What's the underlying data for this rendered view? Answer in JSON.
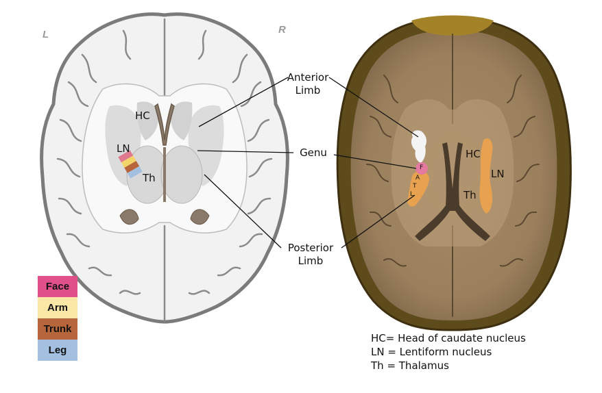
{
  "orientation": {
    "left": "L",
    "right": "R"
  },
  "callouts": {
    "anterior_limb": [
      "Anterior",
      "Limb"
    ],
    "genu": "Genu",
    "posterior_limb": [
      "Posterior",
      "Limb"
    ]
  },
  "left_brain_labels": {
    "hc": "HC",
    "ln": "LN",
    "th": "Th"
  },
  "right_brain_labels": {
    "hc": "HC",
    "ln": "LN",
    "th": "Th",
    "f": "F",
    "a": "A",
    "t": "T",
    "l": "L"
  },
  "somatotopy_key": [
    {
      "label": "Face",
      "color": "#e0508a"
    },
    {
      "label": "Arm",
      "color": "#fbe7a6"
    },
    {
      "label": "Trunk",
      "color": "#b7653a"
    },
    {
      "label": "Leg",
      "color": "#a4c0e0"
    }
  ],
  "legend": [
    "HC= Head of caudate nucleus",
    "LN = Lentiform nucleus",
    "Th = Thalamus"
  ]
}
